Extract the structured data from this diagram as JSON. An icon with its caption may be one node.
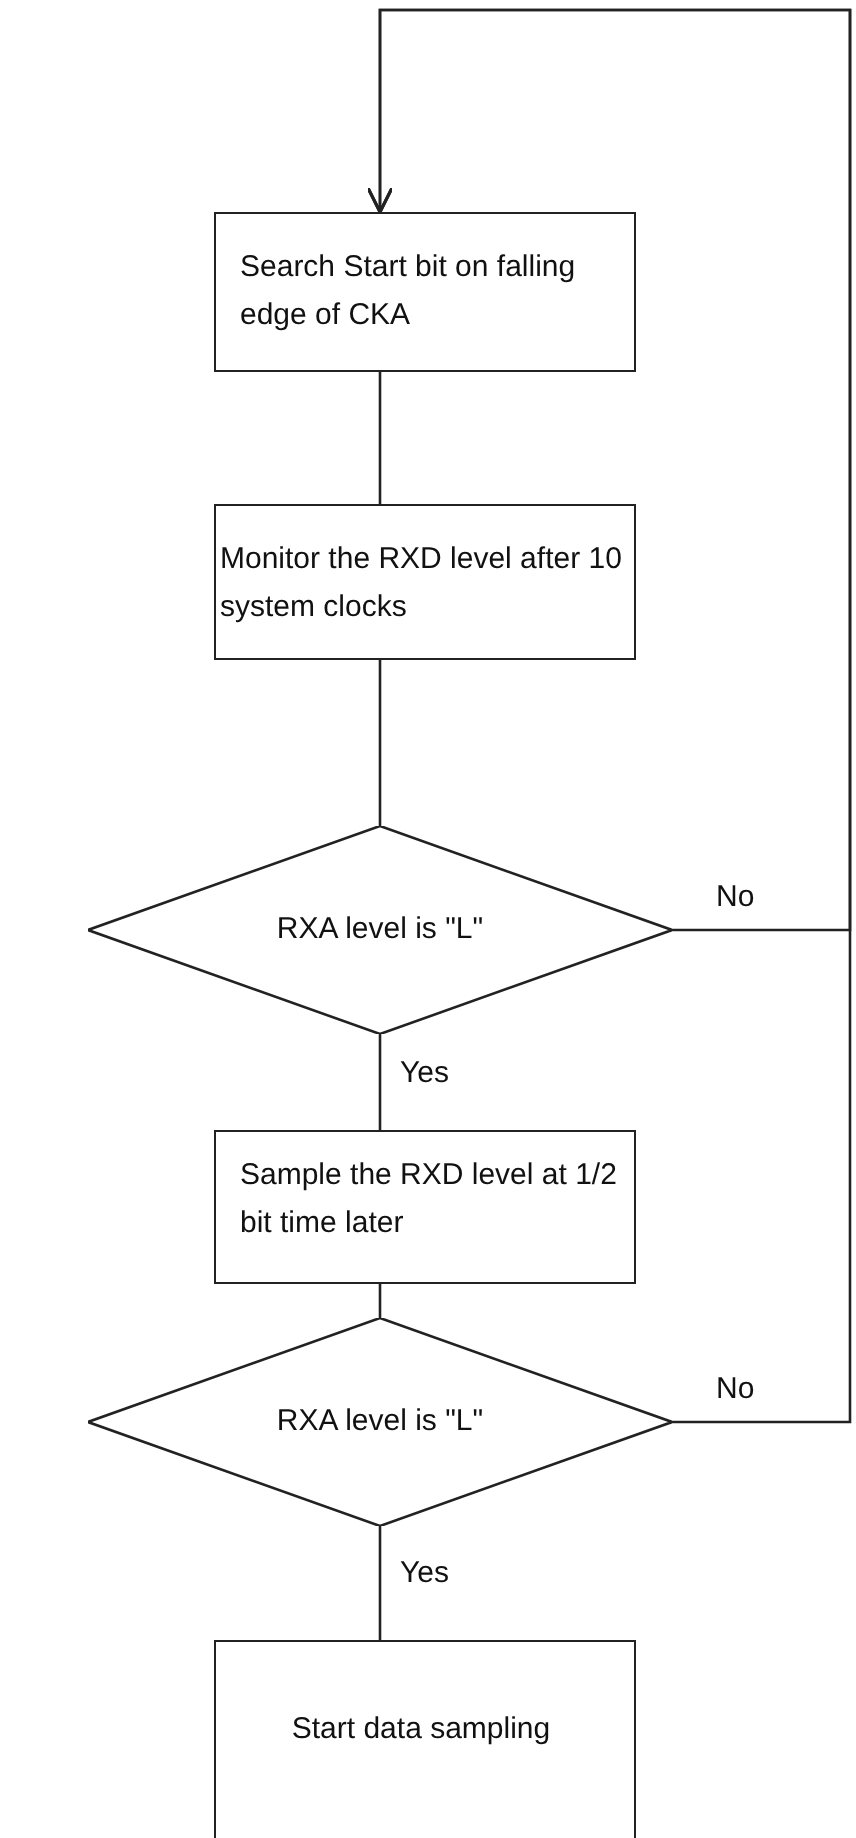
{
  "diagram": {
    "nodes": [
      {
        "text": [
          "Search Start bit on falling edge of CKA"
        ]
      },
      {
        "text": [
          "Monitor the RXD level after 10 system clocks"
        ]
      },
      {
        "text": [
          "RXA level is \"L\""
        ]
      },
      {
        "text": [
          "Sample the RXD level at 1/2 bit time later"
        ]
      },
      {
        "text": [
          "RXA level is \"L\""
        ]
      },
      {
        "text": [
          "Start data sampling"
        ]
      }
    ],
    "edges": [
      {
        "from": 0,
        "to": 1,
        "arrow": "none"
      },
      {
        "from": 1,
        "to": 2,
        "arrow": "none"
      },
      {
        "from": 2,
        "to": 3,
        "label": "Yes",
        "arrow": "none"
      },
      {
        "from": 3,
        "to": 4,
        "arrow": "none"
      },
      {
        "from": 4,
        "to": 5,
        "label": "Yes",
        "arrow": "none"
      },
      {
        "from": 2,
        "to": 0,
        "label": "No",
        "arrow": "to"
      },
      {
        "from": 4,
        "to": 0,
        "label": "No",
        "arrow": "to"
      }
    ]
  }
}
